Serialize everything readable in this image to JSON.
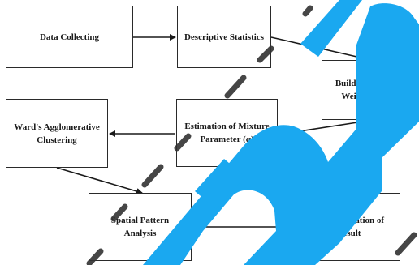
{
  "nodes": {
    "data_collecting": "Data Collecting",
    "descriptive_statistics": "Descriptive Statistics",
    "building_spatial_weight_matrix": "Building a Spatial Weight Matrix",
    "estimation_mixture_parameter": "Estimation of Mixture Parameter (α)",
    "wards_clustering": "Ward's Agglomerative Clustering",
    "spatial_pattern_analysis": "Spatial Pattern Analysis",
    "implementation_of_result": "Implementation of Result"
  },
  "colors": {
    "watermark_blue": "#1aa8f0",
    "watermark_dark": "#333333",
    "box_border": "#2a2a2a",
    "arrow": "#1a1a1a"
  },
  "watermark": {
    "logo_text": "m"
  }
}
